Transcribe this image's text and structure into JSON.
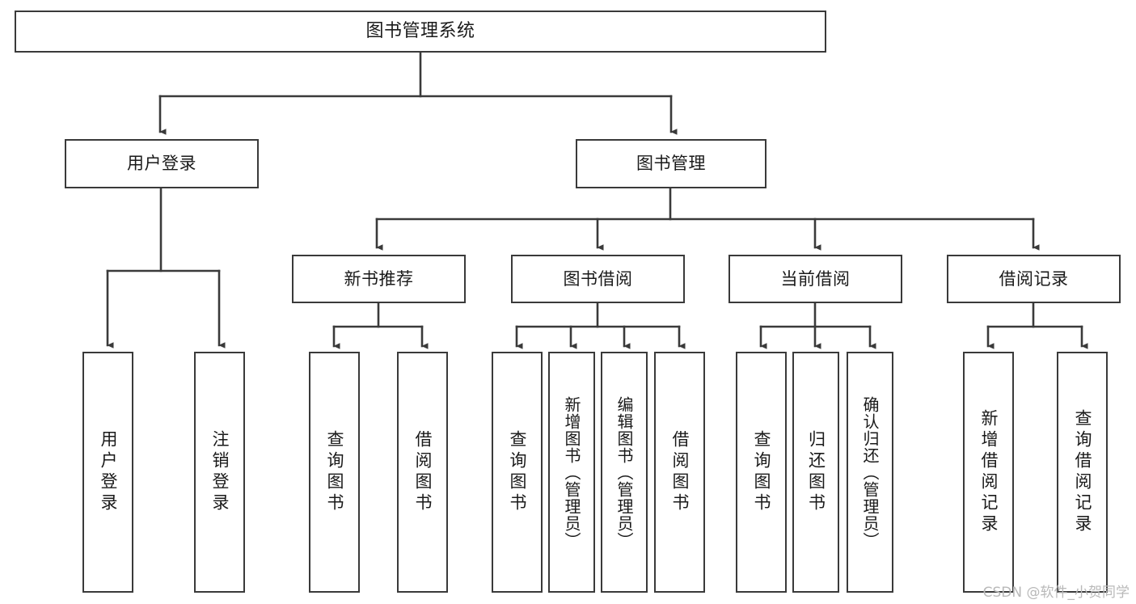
{
  "diagram": {
    "type": "tree",
    "title": "图书管理系统",
    "line_color": "#3a3a3a",
    "box_fill": "#ffffff",
    "text_color": "#1a1a1a",
    "watermark": "CSDN @软件_小贺同学",
    "nodes": {
      "root": {
        "label": "图书管理系统"
      },
      "level2": [
        {
          "label": "用户登录"
        },
        {
          "label": "图书管理"
        }
      ],
      "level3": [
        {
          "label": "新书推荐"
        },
        {
          "label": "图书借阅"
        },
        {
          "label": "当前借阅"
        },
        {
          "label": "借阅记录"
        }
      ],
      "leaves_user_login": [
        {
          "label": "用户登录"
        },
        {
          "label": "注销登录"
        }
      ],
      "leaves_new_book": [
        {
          "label": "查询图书"
        },
        {
          "label": "借阅图书"
        }
      ],
      "leaves_borrow": [
        {
          "label": "查询图书"
        },
        {
          "label": "新增图书（管理员）"
        },
        {
          "label": "编辑图书（管理员）"
        },
        {
          "label": "借阅图书"
        }
      ],
      "leaves_current": [
        {
          "label": "查询图书"
        },
        {
          "label": "归还图书"
        },
        {
          "label": "确认归还（管理员）"
        }
      ],
      "leaves_records": [
        {
          "label": "新增借阅记录"
        },
        {
          "label": "查询借阅记录"
        }
      ]
    }
  }
}
